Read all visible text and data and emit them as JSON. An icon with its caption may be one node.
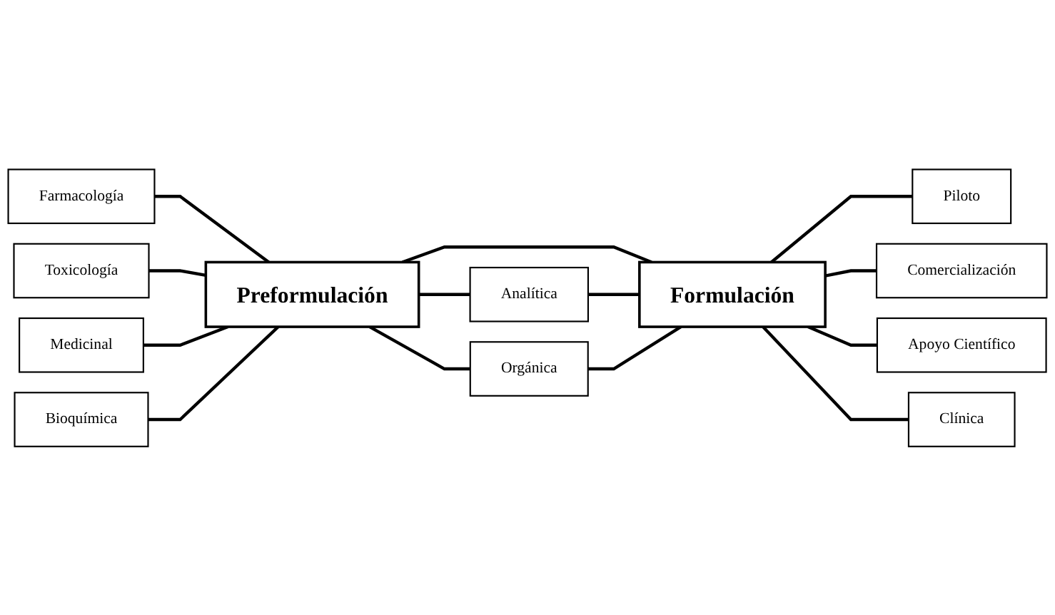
{
  "diagram": {
    "nodes": [
      {
        "text": [
          "Farmacología"
        ]
      },
      {
        "text": [
          "Piloto"
        ]
      },
      {
        "text": [
          "Toxicología"
        ]
      },
      {
        "text": [
          "Analítica"
        ]
      },
      {
        "text": [
          "Comercialización"
        ]
      },
      {
        "text": [
          "Preformulación"
        ]
      },
      {
        "text": [
          "Formulación"
        ]
      },
      {
        "text": [
          "Medicinal"
        ]
      },
      {
        "text": [
          "Orgánica"
        ]
      },
      {
        "text": [
          "Apoyo Científico"
        ]
      },
      {
        "text": [
          "Bioquímica"
        ]
      },
      {
        "text": [
          "Clínica"
        ]
      }
    ],
    "edges": [
      {
        "from": 0,
        "to": 5,
        "arrow": "none"
      },
      {
        "from": 2,
        "to": 5,
        "arrow": "none"
      },
      {
        "from": 7,
        "to": 5,
        "arrow": "none"
      },
      {
        "from": 10,
        "to": 5,
        "arrow": "none"
      },
      {
        "from": 5,
        "to": 3,
        "arrow": "none"
      },
      {
        "from": 5,
        "to": 8,
        "arrow": "none"
      },
      {
        "from": 5,
        "to": 6,
        "arrow": "none"
      },
      {
        "from": 3,
        "to": 6,
        "arrow": "none"
      },
      {
        "from": 8,
        "to": 6,
        "arrow": "none"
      },
      {
        "from": 6,
        "to": 1,
        "arrow": "none"
      },
      {
        "from": 6,
        "to": 4,
        "arrow": "none"
      },
      {
        "from": 6,
        "to": 9,
        "arrow": "none"
      },
      {
        "from": 6,
        "to": 11,
        "arrow": "none"
      }
    ]
  }
}
